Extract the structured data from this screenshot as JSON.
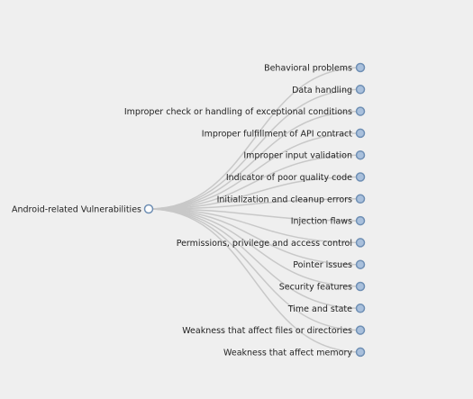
{
  "tree": {
    "root": {
      "label": "Android-related Vulnerabilities",
      "collapsed": false
    },
    "children": [
      {
        "label": "Behavioral problems",
        "collapsed": true
      },
      {
        "label": "Data handling",
        "collapsed": true
      },
      {
        "label": "Improper check or handling of exceptional conditions",
        "collapsed": true
      },
      {
        "label": "Improper fulfillment of API contract",
        "collapsed": true
      },
      {
        "label": "Improper input validation",
        "collapsed": true
      },
      {
        "label": "Indicator of poor quality code",
        "collapsed": true
      },
      {
        "label": "Initialization and cleanup errors",
        "collapsed": true
      },
      {
        "label": "Injection flaws",
        "collapsed": true
      },
      {
        "label": "Permissions, privilege and access control",
        "collapsed": true
      },
      {
        "label": "Pointer issues",
        "collapsed": true
      },
      {
        "label": "Security features",
        "collapsed": true
      },
      {
        "label": "Time and state",
        "collapsed": true
      },
      {
        "label": "Weakness that affect files or directories",
        "collapsed": true
      },
      {
        "label": "Weakness that affect memory",
        "collapsed": true
      }
    ]
  },
  "colors": {
    "background": "#efefef",
    "link": "#c8c8c8",
    "node_stroke": "#6f8fb4",
    "collapsed_fill": "#a9c0dc",
    "expanded_fill": "#ffffff",
    "text": "#222222"
  }
}
